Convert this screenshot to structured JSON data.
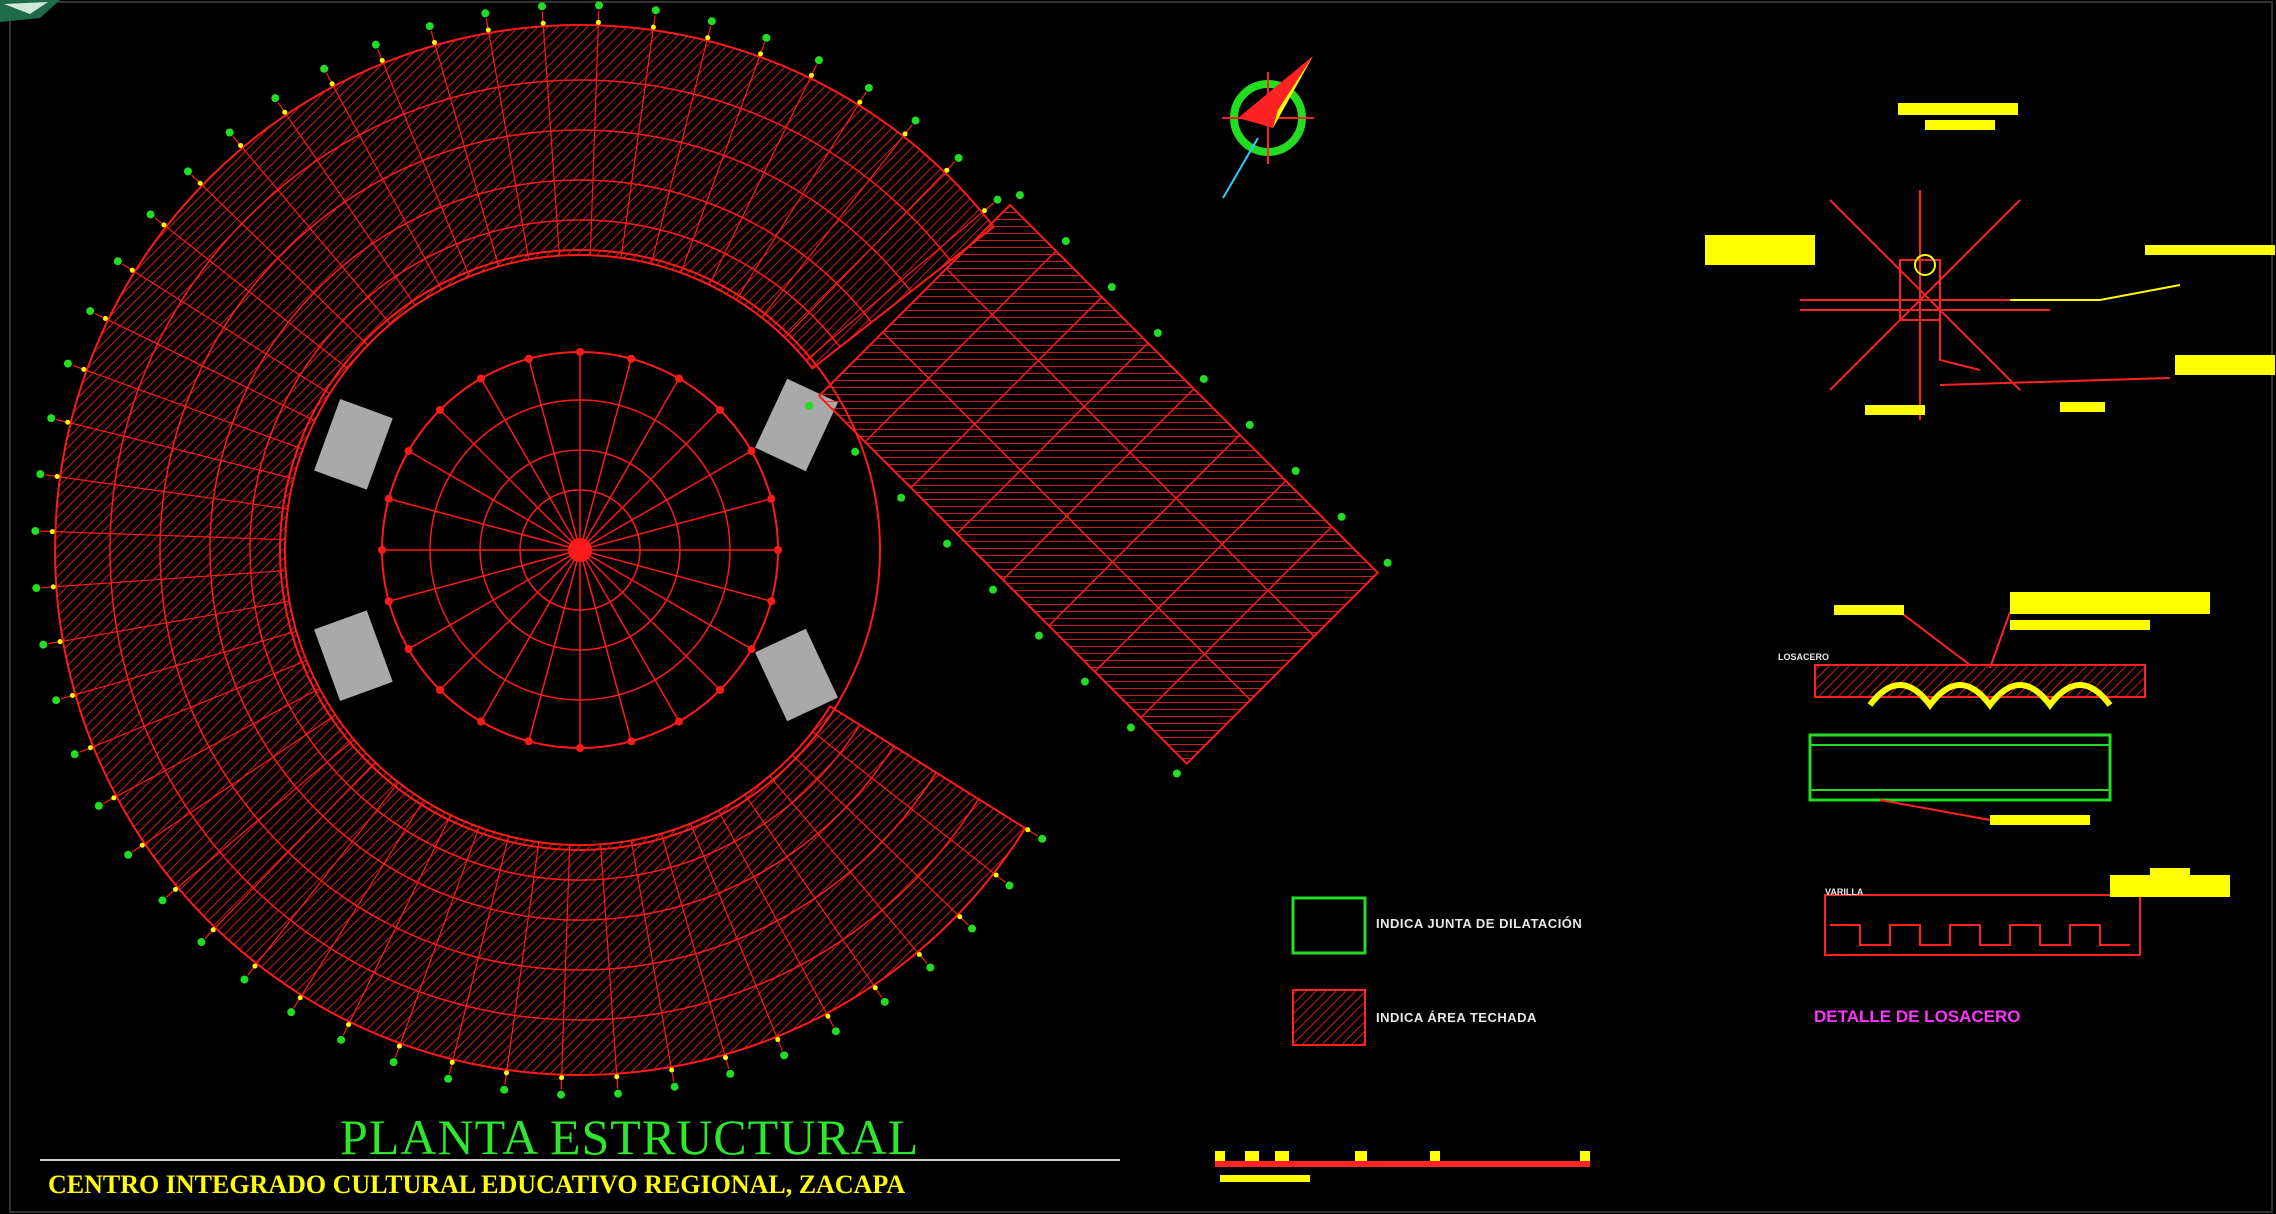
{
  "drawing": {
    "title": "PLANTA ESTRUCTURAL",
    "subtitle": "CENTRO INTEGRADO CULTURAL EDUCATIVO REGIONAL, ZACAPA",
    "legend": {
      "expansion_joint": "INDICA JUNTA DE DILATACIÓN",
      "hatched_area": "INDICA ÁREA TECHADA"
    },
    "detail_title": "DETALLE DE LOSACERO",
    "detail_labels": {
      "losacero": "LOSACERO",
      "varilla": "VARILLA"
    }
  },
  "colors": {
    "background": "#000000",
    "structure": "#ff1a1a",
    "joints": "#22dd22",
    "annotations": "#ffff00",
    "detail_title": "#ff33ff"
  }
}
